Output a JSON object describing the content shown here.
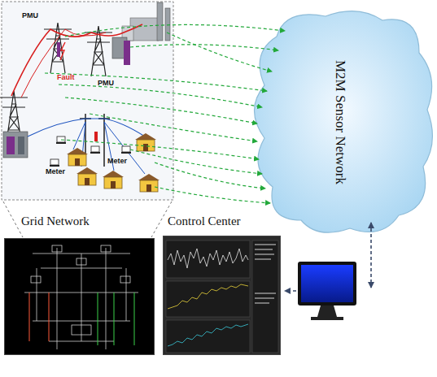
{
  "diagram": {
    "nodes": [
      {
        "text": [
          "M2M Sensor Network"
        ]
      },
      {
        "text": [
          "Grid Network"
        ]
      },
      {
        "text": [
          "Control Center"
        ]
      }
    ],
    "labels": [
      "PMU",
      "PMU",
      "Fault",
      "Meter",
      "Meter"
    ]
  }
}
